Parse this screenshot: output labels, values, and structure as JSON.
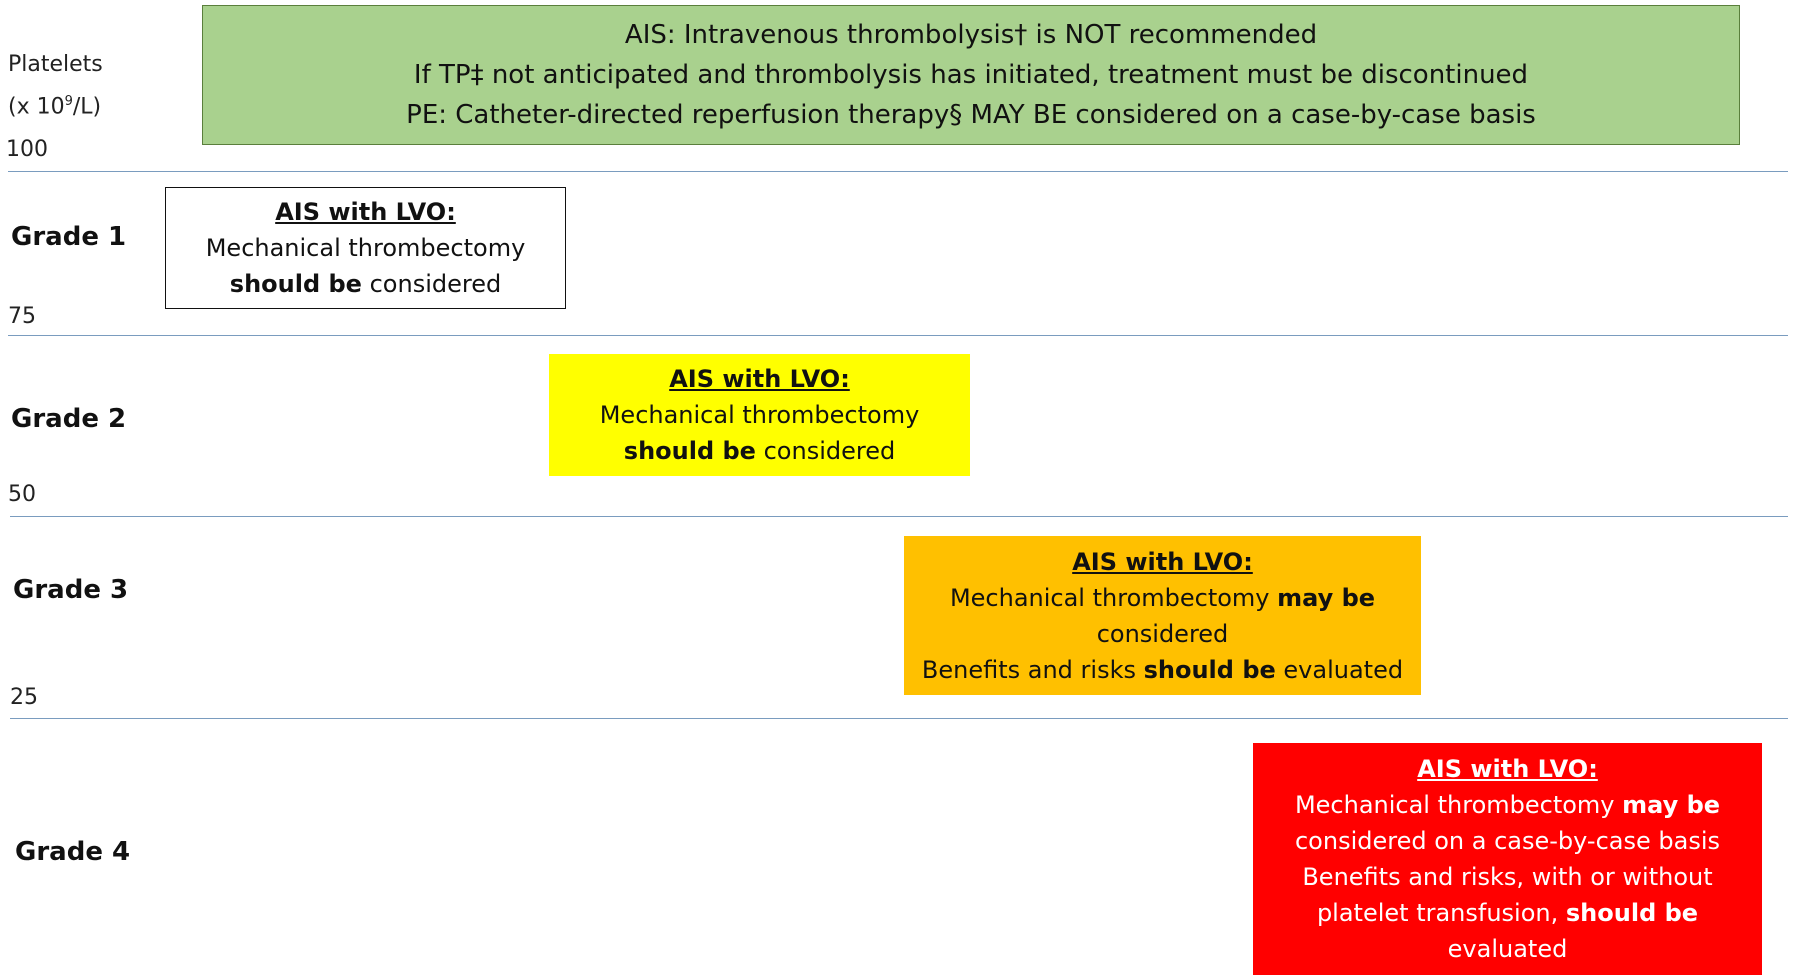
{
  "axis": {
    "title_line1": "Platelets",
    "title_line2_prefix": "(x 10",
    "title_line2_sup": "9",
    "title_line2_suffix": "/L)",
    "ticks": [
      "100",
      "75",
      "50",
      "25"
    ]
  },
  "grades": [
    "Grade 1",
    "Grade 2",
    "Grade 3",
    "Grade 4"
  ],
  "top_box": {
    "line1": "AIS: Intravenous thrombolysis† is NOT recommended",
    "line2": "If TP‡ not anticipated and thrombolysis has initiated, treatment must be discontinued",
    "line3": "PE: Catheter-directed reperfusion therapy§ MAY BE considered on a case-by-case basis"
  },
  "grade1_box": {
    "heading": "AIS with LVO:",
    "line1": "Mechanical thrombectomy",
    "line2_bold": "should be",
    "line2_rest": " considered"
  },
  "grade2_box": {
    "heading": "AIS with LVO:",
    "line1": "Mechanical thrombectomy",
    "line2_bold": "should be",
    "line2_rest": " considered"
  },
  "grade3_box": {
    "heading": "AIS with LVO:",
    "line1_plain": "Mechanical thrombectomy ",
    "line1_bold": "may be",
    "line2": "considered",
    "line3_plain": "Benefits and risks ",
    "line3_bold": "should be",
    "line3_rest": " evaluated"
  },
  "grade4_box": {
    "heading": "AIS with LVO:",
    "line1_plain": "Mechanical thrombectomy ",
    "line1_bold": "may be",
    "line2": "considered on a case-by-case basis",
    "line3": "Benefits and risks, with or without",
    "line4_plain": "platelet transfusion, ",
    "line4_bold": "should be",
    "line5": "evaluated"
  },
  "colors": {
    "top_box": "#a9d18e",
    "grade1_box": "#ffffff",
    "grade2_box": "#ffff00",
    "grade3_box": "#ffc000",
    "grade4_box": "#ff0000",
    "rule": "#7a9cbf"
  }
}
